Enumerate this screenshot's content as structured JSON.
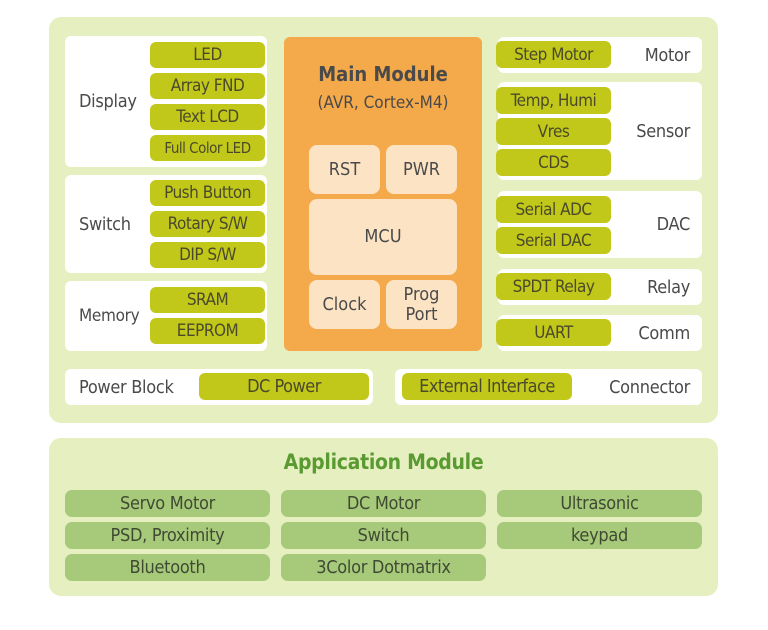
{
  "main_panel": {
    "display": {
      "label": "Display",
      "items": [
        "LED",
        "Array FND",
        "Text LCD",
        "Full Color LED"
      ]
    },
    "switch": {
      "label": "Switch",
      "items": [
        "Push Button",
        "Rotary S/W",
        "DIP S/W"
      ]
    },
    "memory": {
      "label": "Memory",
      "items": [
        "SRAM",
        "EEPROM"
      ]
    },
    "power": {
      "label": "Power Block",
      "item": "DC Power"
    },
    "main_module": {
      "title": "Main Module",
      "subtitle": "(AVR, Cortex-M4)",
      "blocks": {
        "rst": "RST",
        "pwr": "PWR",
        "mcu": "MCU",
        "clock": "Clock",
        "prog_port_line1": "Prog",
        "prog_port_line2": "Port"
      }
    },
    "motor": {
      "label": "Motor",
      "items": [
        "Step Motor"
      ]
    },
    "sensor": {
      "label": "Sensor",
      "items": [
        "Temp, Humi",
        "Vres",
        "CDS"
      ]
    },
    "dac": {
      "label": "DAC",
      "items": [
        "Serial ADC",
        "Serial DAC"
      ]
    },
    "relay": {
      "label": "Relay",
      "items": [
        "SPDT Relay"
      ]
    },
    "comm": {
      "label": "Comm",
      "items": [
        "UART"
      ]
    },
    "connector": {
      "label": "Connector",
      "item": "External Interface"
    }
  },
  "application_module": {
    "title": "Application Module",
    "items": [
      "Servo Motor",
      "DC Motor",
      "Ultrasonic",
      "PSD, Proximity",
      "Switch",
      "keypad",
      "Bluetooth",
      "3Color Dotmatrix"
    ]
  },
  "colors": {
    "panel_bg": "#e6efbf",
    "chip": "#c2c81a",
    "main_module": "#f4a94a",
    "main_sub_block": "#fbe3c4",
    "app_chip": "#a7c97a",
    "app_title": "#5a9a32"
  }
}
